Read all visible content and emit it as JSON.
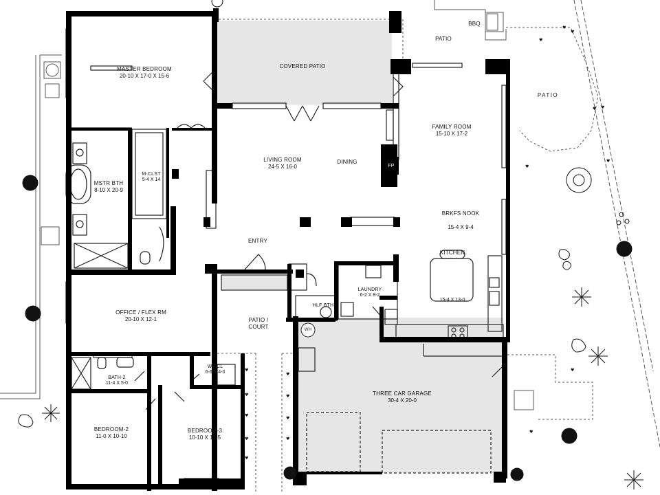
{
  "rooms": {
    "master_bedroom": {
      "name": "MASTER BEDROOM",
      "dims": "20-10 X 17-0 X 15-6"
    },
    "covered_patio": {
      "name": "COVERED PATIO"
    },
    "patio_top": {
      "name": "PATIO"
    },
    "bbq": {
      "name": "BBQ"
    },
    "patio_right": {
      "name": "PATIO"
    },
    "family_room": {
      "name": "FAMILY ROOM",
      "dims": "15-10 X 17-2"
    },
    "mstr_bath": {
      "name": "MSTR BTH",
      "dims": "8-10 X 20-9"
    },
    "m_closet": {
      "name": "M-CLST",
      "dims": "5-4 X 14"
    },
    "living_room": {
      "name": "LIVING ROOM",
      "dims": "24-5  X  16-0"
    },
    "dining": {
      "name": "DINING"
    },
    "fireplace": {
      "name": "FP"
    },
    "breakfast_nook": {
      "name": "BRKFS NOOK",
      "dims": "15-4 X 9-4"
    },
    "entry": {
      "name": "ENTRY"
    },
    "kitchen": {
      "name": "KITCHEN",
      "dims": "15-4 X 13-0"
    },
    "laundry": {
      "name": "LAUNDRY",
      "dims": "6-2 X 8-2"
    },
    "half_bath": {
      "name": "HLF BTH"
    },
    "water_heater": {
      "name": "WH"
    },
    "office": {
      "name": "OFFICE / FLEX RM",
      "dims": "20-10  X  12-1"
    },
    "patio_court": {
      "name": "PATIO /",
      "name2": "COURT"
    },
    "bath_2": {
      "name": "BATH-2",
      "dims": "11-4 X 5-0"
    },
    "walk_in_closet": {
      "name": "W/I CL",
      "dims": "6-6 X 4-0"
    },
    "garage": {
      "name": "THREE CAR GARAGE",
      "dims": "30-4  X  20-0"
    },
    "bedroom_2": {
      "name": "BEDROOM-2",
      "dims": "11-0 X 10-10"
    },
    "bedroom_3": {
      "name": "BEDROOM-3",
      "dims": "10-10 X 13-5"
    }
  },
  "colors": {
    "wall": "#000000",
    "floor_gray": "#e6e6e6",
    "line": "#333333"
  }
}
